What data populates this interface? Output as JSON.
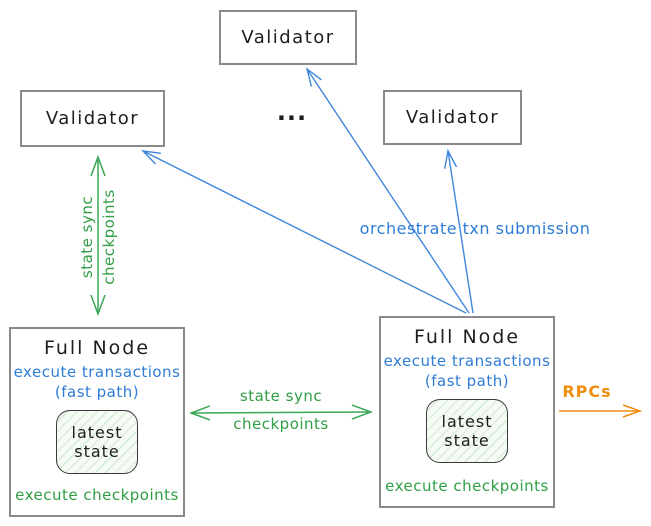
{
  "diagram": {
    "validators": [
      {
        "id": "left",
        "label": "Validator"
      },
      {
        "id": "top",
        "label": "Validator"
      },
      {
        "id": "right",
        "label": "Validator"
      }
    ],
    "ellipsis": "...",
    "full_nodes": [
      {
        "title": "Full Node",
        "fast_line1": "execute transactions",
        "fast_line2": "(fast path)",
        "state_line1": "latest",
        "state_line2": "state",
        "footer": "execute checkpoints"
      },
      {
        "title": "Full Node",
        "fast_line1": "execute transactions",
        "fast_line2": "(fast path)",
        "state_line1": "latest",
        "state_line2": "state",
        "footer": "execute checkpoints"
      }
    ],
    "edge_labels": {
      "vertical_sync_line1": "state sync",
      "vertical_sync_line2": "checkpoints",
      "horizontal_sync_line1": "state sync",
      "horizontal_sync_line2": "checkpoints",
      "orchestrate": "orchestrate txn submission",
      "rpcs": "RPCs"
    },
    "colors": {
      "green": "#2f9e44",
      "blue": "#2e7cd6",
      "orange": "#ef8e0e",
      "box_border": "#8a8a8a",
      "text": "#1e1e1e",
      "state_box_fill": "#f6fbf6",
      "state_box_hatch": "#d8eed8"
    }
  }
}
